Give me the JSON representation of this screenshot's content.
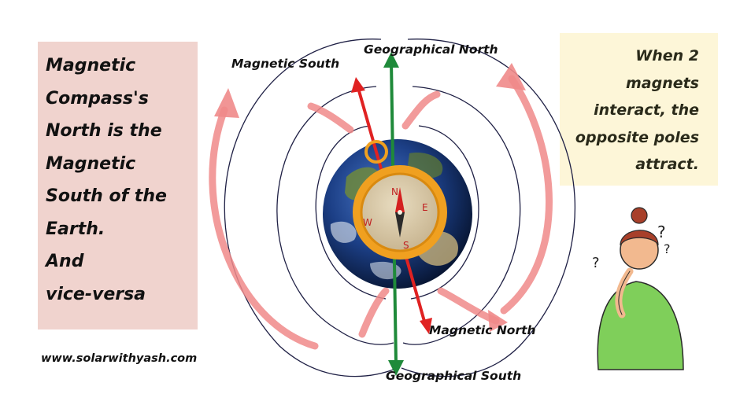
{
  "left_text": {
    "lines": [
      "Magnetic",
      "Compass's",
      "North is the",
      "Magnetic",
      "South of the",
      "Earth.",
      "And",
      "vice-versa"
    ]
  },
  "right_text": {
    "lines": [
      "When 2",
      "magnets",
      "interact, the",
      "opposite poles",
      "attract."
    ]
  },
  "labels": {
    "geo_north": "Geographical North",
    "geo_south": "Geographical South",
    "mag_south": "Magnetic South",
    "mag_north": "Magnetic North"
  },
  "compass": {
    "n": "N",
    "e": "E",
    "s": "S",
    "w": "W"
  },
  "thinker": {
    "q1": "?",
    "q2": "?",
    "q3": "?"
  },
  "website": "www.solarwithyash.com",
  "colors": {
    "left_bg": "#f0d3ce",
    "right_bg": "#fdf6d8",
    "field_line": "#1f2045",
    "geo_axis": "#1f8a3a",
    "mag_axis": "#e02222",
    "flow_arrow": "#f08a8a",
    "compass_ring": "#f0a020"
  }
}
